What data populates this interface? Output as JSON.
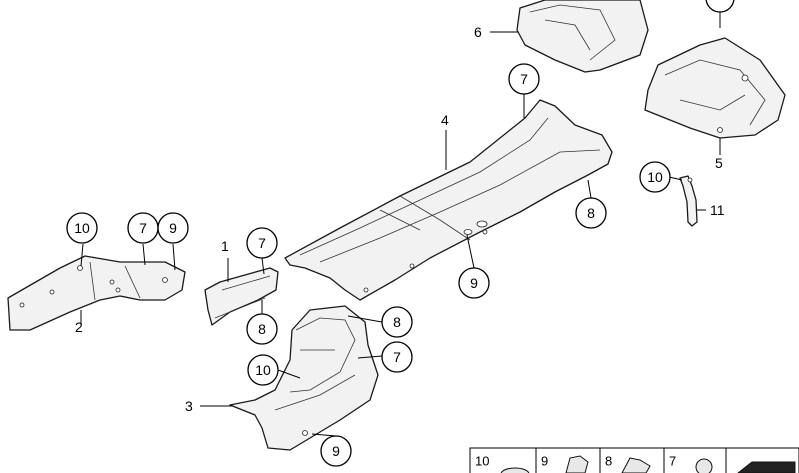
{
  "callouts_circled": [
    {
      "id": "c-10-left",
      "label": "10"
    },
    {
      "id": "c-7-left",
      "label": "7"
    },
    {
      "id": "c-9-left",
      "label": "9"
    },
    {
      "id": "c-7-bracket",
      "label": "7"
    },
    {
      "id": "c-8-bracket",
      "label": "8"
    },
    {
      "id": "c-7-tunnel",
      "label": "7"
    },
    {
      "id": "c-8-tunnel",
      "label": "8"
    },
    {
      "id": "c-9-tunnel",
      "label": "9"
    },
    {
      "id": "c-8-lower",
      "label": "8"
    },
    {
      "id": "c-7-lower",
      "label": "7"
    },
    {
      "id": "c-10-lower",
      "label": "10"
    },
    {
      "id": "c-9-lower",
      "label": "9"
    },
    {
      "id": "c-10-clip",
      "label": "10"
    }
  ],
  "labels_plain": [
    {
      "id": "l-1",
      "label": "1"
    },
    {
      "id": "l-2",
      "label": "2"
    },
    {
      "id": "l-3",
      "label": "3"
    },
    {
      "id": "l-4",
      "label": "4"
    },
    {
      "id": "l-5",
      "label": "5"
    },
    {
      "id": "l-6",
      "label": "6"
    },
    {
      "id": "l-11",
      "label": "11"
    }
  ],
  "legend": [
    {
      "label": "10",
      "icon": "grommet-icon"
    },
    {
      "label": "9",
      "icon": "clip-nut-icon"
    },
    {
      "label": "8",
      "icon": "fastener-clip-icon"
    },
    {
      "label": "7",
      "icon": "expansion-nut-icon"
    },
    {
      "label": "",
      "icon": "black-strip-icon"
    }
  ]
}
